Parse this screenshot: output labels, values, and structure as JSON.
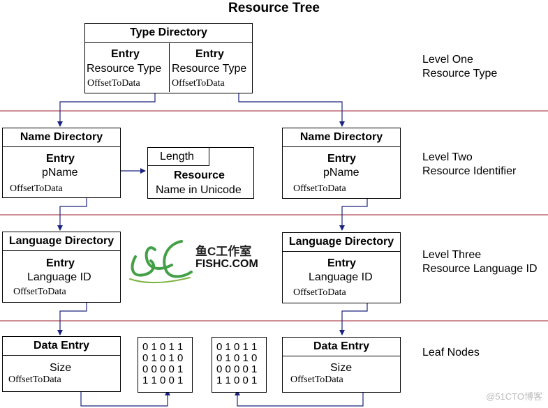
{
  "title": "Resource Tree",
  "type_directory": {
    "header": "Type Directory",
    "entries": [
      {
        "entry": "Entry",
        "field": "Resource Type",
        "offset": "OffsetToData"
      },
      {
        "entry": "Entry",
        "field": "Resource Type",
        "offset": "OffsetToData"
      }
    ]
  },
  "name_directory_left": {
    "header": "Name Directory",
    "entry": "Entry",
    "field": "pName",
    "offset": "OffsetToData"
  },
  "name_directory_right": {
    "header": "Name Directory",
    "entry": "Entry",
    "field": "pName",
    "offset": "OffsetToData"
  },
  "resource_name": {
    "length": "Length",
    "title": "Resource",
    "subtitle": "Name in Unicode"
  },
  "language_directory_left": {
    "header": "Language Directory",
    "entry": "Entry",
    "field": "Language ID",
    "offset": "OffsetToData"
  },
  "language_directory_right": {
    "header": "Language Directory",
    "entry": "Entry",
    "field": "Language ID",
    "offset": "OffsetToData"
  },
  "data_entry_left": {
    "header": "Data Entry",
    "field": "Size",
    "offset": "OffsetToData"
  },
  "data_entry_right": {
    "header": "Data Entry",
    "field": "Size",
    "offset": "OffsetToData"
  },
  "bits_left": "0 1 0 1 1\n0 1 0 1 0\n0 0 0 0 1\n1 1 0 0 1",
  "bits_right": "0 1 0 1 1\n0 1 0 1 0\n0 0 0 0 1\n1 1 0 0 1",
  "levels": {
    "one": "Level One\nResource Type",
    "two": "Level Two\nResource Identifier",
    "three": "Level Three\nResource Language ID",
    "leaf": "Leaf Nodes"
  },
  "logo": {
    "cn": "鱼C工作室",
    "en": "FISHC.COM"
  },
  "watermark": "@51CTO博客",
  "colors": {
    "separator": "#9b1c2e",
    "arrow": "#1a237e",
    "line": "#000000"
  }
}
